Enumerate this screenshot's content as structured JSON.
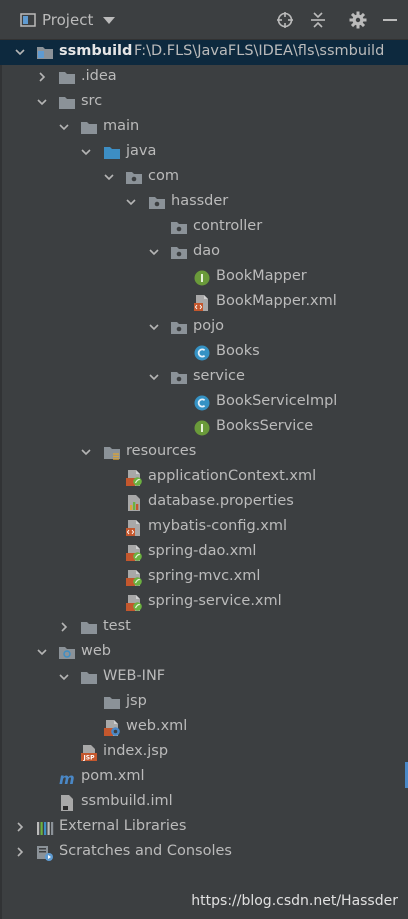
{
  "header": {
    "title": "Project",
    "icons": [
      "project-icon",
      "locate-icon",
      "collapse-icon",
      "gear-icon",
      "hide-icon"
    ]
  },
  "tree": [
    {
      "label": "ssmbuild",
      "path": "F:\\D.FLS\\JavaFLS\\IDEA\\fls\\ssmbuild",
      "depth": 0,
      "arrow": "down",
      "icon": "module",
      "bold": true,
      "selected": true
    },
    {
      "label": ".idea",
      "depth": 1,
      "arrow": "right",
      "icon": "folder-gray"
    },
    {
      "label": "src",
      "depth": 1,
      "arrow": "down",
      "icon": "folder-gray"
    },
    {
      "label": "main",
      "depth": 2,
      "arrow": "down",
      "icon": "folder-gray"
    },
    {
      "label": "java",
      "depth": 3,
      "arrow": "down",
      "icon": "folder-blue"
    },
    {
      "label": "com",
      "depth": 4,
      "arrow": "down",
      "icon": "package"
    },
    {
      "label": "hassder",
      "depth": 5,
      "arrow": "down",
      "icon": "package"
    },
    {
      "label": "controller",
      "depth": 6,
      "arrow": "none",
      "icon": "package"
    },
    {
      "label": "dao",
      "depth": 6,
      "arrow": "down",
      "icon": "package"
    },
    {
      "label": "BookMapper",
      "depth": 7,
      "arrow": "none",
      "icon": "interface"
    },
    {
      "label": "BookMapper.xml",
      "depth": 7,
      "arrow": "none",
      "icon": "xml-mybatis"
    },
    {
      "label": "pojo",
      "depth": 6,
      "arrow": "down",
      "icon": "package"
    },
    {
      "label": "Books",
      "depth": 7,
      "arrow": "none",
      "icon": "class"
    },
    {
      "label": "service",
      "depth": 6,
      "arrow": "down",
      "icon": "package"
    },
    {
      "label": "BookServiceImpl",
      "depth": 7,
      "arrow": "none",
      "icon": "class"
    },
    {
      "label": "BooksService",
      "depth": 7,
      "arrow": "none",
      "icon": "interface"
    },
    {
      "label": "resources",
      "depth": 3,
      "arrow": "down",
      "icon": "folder-resources"
    },
    {
      "label": "applicationContext.xml",
      "depth": 4,
      "arrow": "none",
      "icon": "xml-spring"
    },
    {
      "label": "database.properties",
      "depth": 4,
      "arrow": "none",
      "icon": "properties"
    },
    {
      "label": "mybatis-config.xml",
      "depth": 4,
      "arrow": "none",
      "icon": "xml-mybatis"
    },
    {
      "label": "spring-dao.xml",
      "depth": 4,
      "arrow": "none",
      "icon": "xml-spring"
    },
    {
      "label": "spring-mvc.xml",
      "depth": 4,
      "arrow": "none",
      "icon": "xml-spring"
    },
    {
      "label": "spring-service.xml",
      "depth": 4,
      "arrow": "none",
      "icon": "xml-spring"
    },
    {
      "label": "test",
      "depth": 2,
      "arrow": "right",
      "icon": "folder-gray"
    },
    {
      "label": "web",
      "depth": 1,
      "arrow": "down",
      "icon": "folder-web"
    },
    {
      "label": "WEB-INF",
      "depth": 2,
      "arrow": "down",
      "icon": "folder-gray"
    },
    {
      "label": "jsp",
      "depth": 3,
      "arrow": "none",
      "icon": "folder-gray"
    },
    {
      "label": "web.xml",
      "depth": 3,
      "arrow": "none",
      "icon": "xml-web"
    },
    {
      "label": "index.jsp",
      "depth": 2,
      "arrow": "none",
      "icon": "jsp"
    },
    {
      "label": "pom.xml",
      "depth": 1,
      "arrow": "none",
      "icon": "maven"
    },
    {
      "label": "ssmbuild.iml",
      "depth": 1,
      "arrow": "none",
      "icon": "iml"
    },
    {
      "label": "External Libraries",
      "depth": 0,
      "arrow": "right",
      "icon": "libraries"
    },
    {
      "label": "Scratches and Consoles",
      "depth": 0,
      "arrow": "right",
      "icon": "scratches"
    }
  ],
  "watermark": "https://blog.csdn.net/Hassder",
  "colors": {
    "background": "#3c3f41",
    "selection": "#0d293e",
    "text": "#bbbbbb",
    "folder": "#8b9298",
    "folder_blue": "#3d8ec4",
    "interface_green": "#6a9a3a",
    "class_blue": "#3592c4",
    "xml_orange": "#c4572d",
    "spring_green": "#6cb240"
  }
}
